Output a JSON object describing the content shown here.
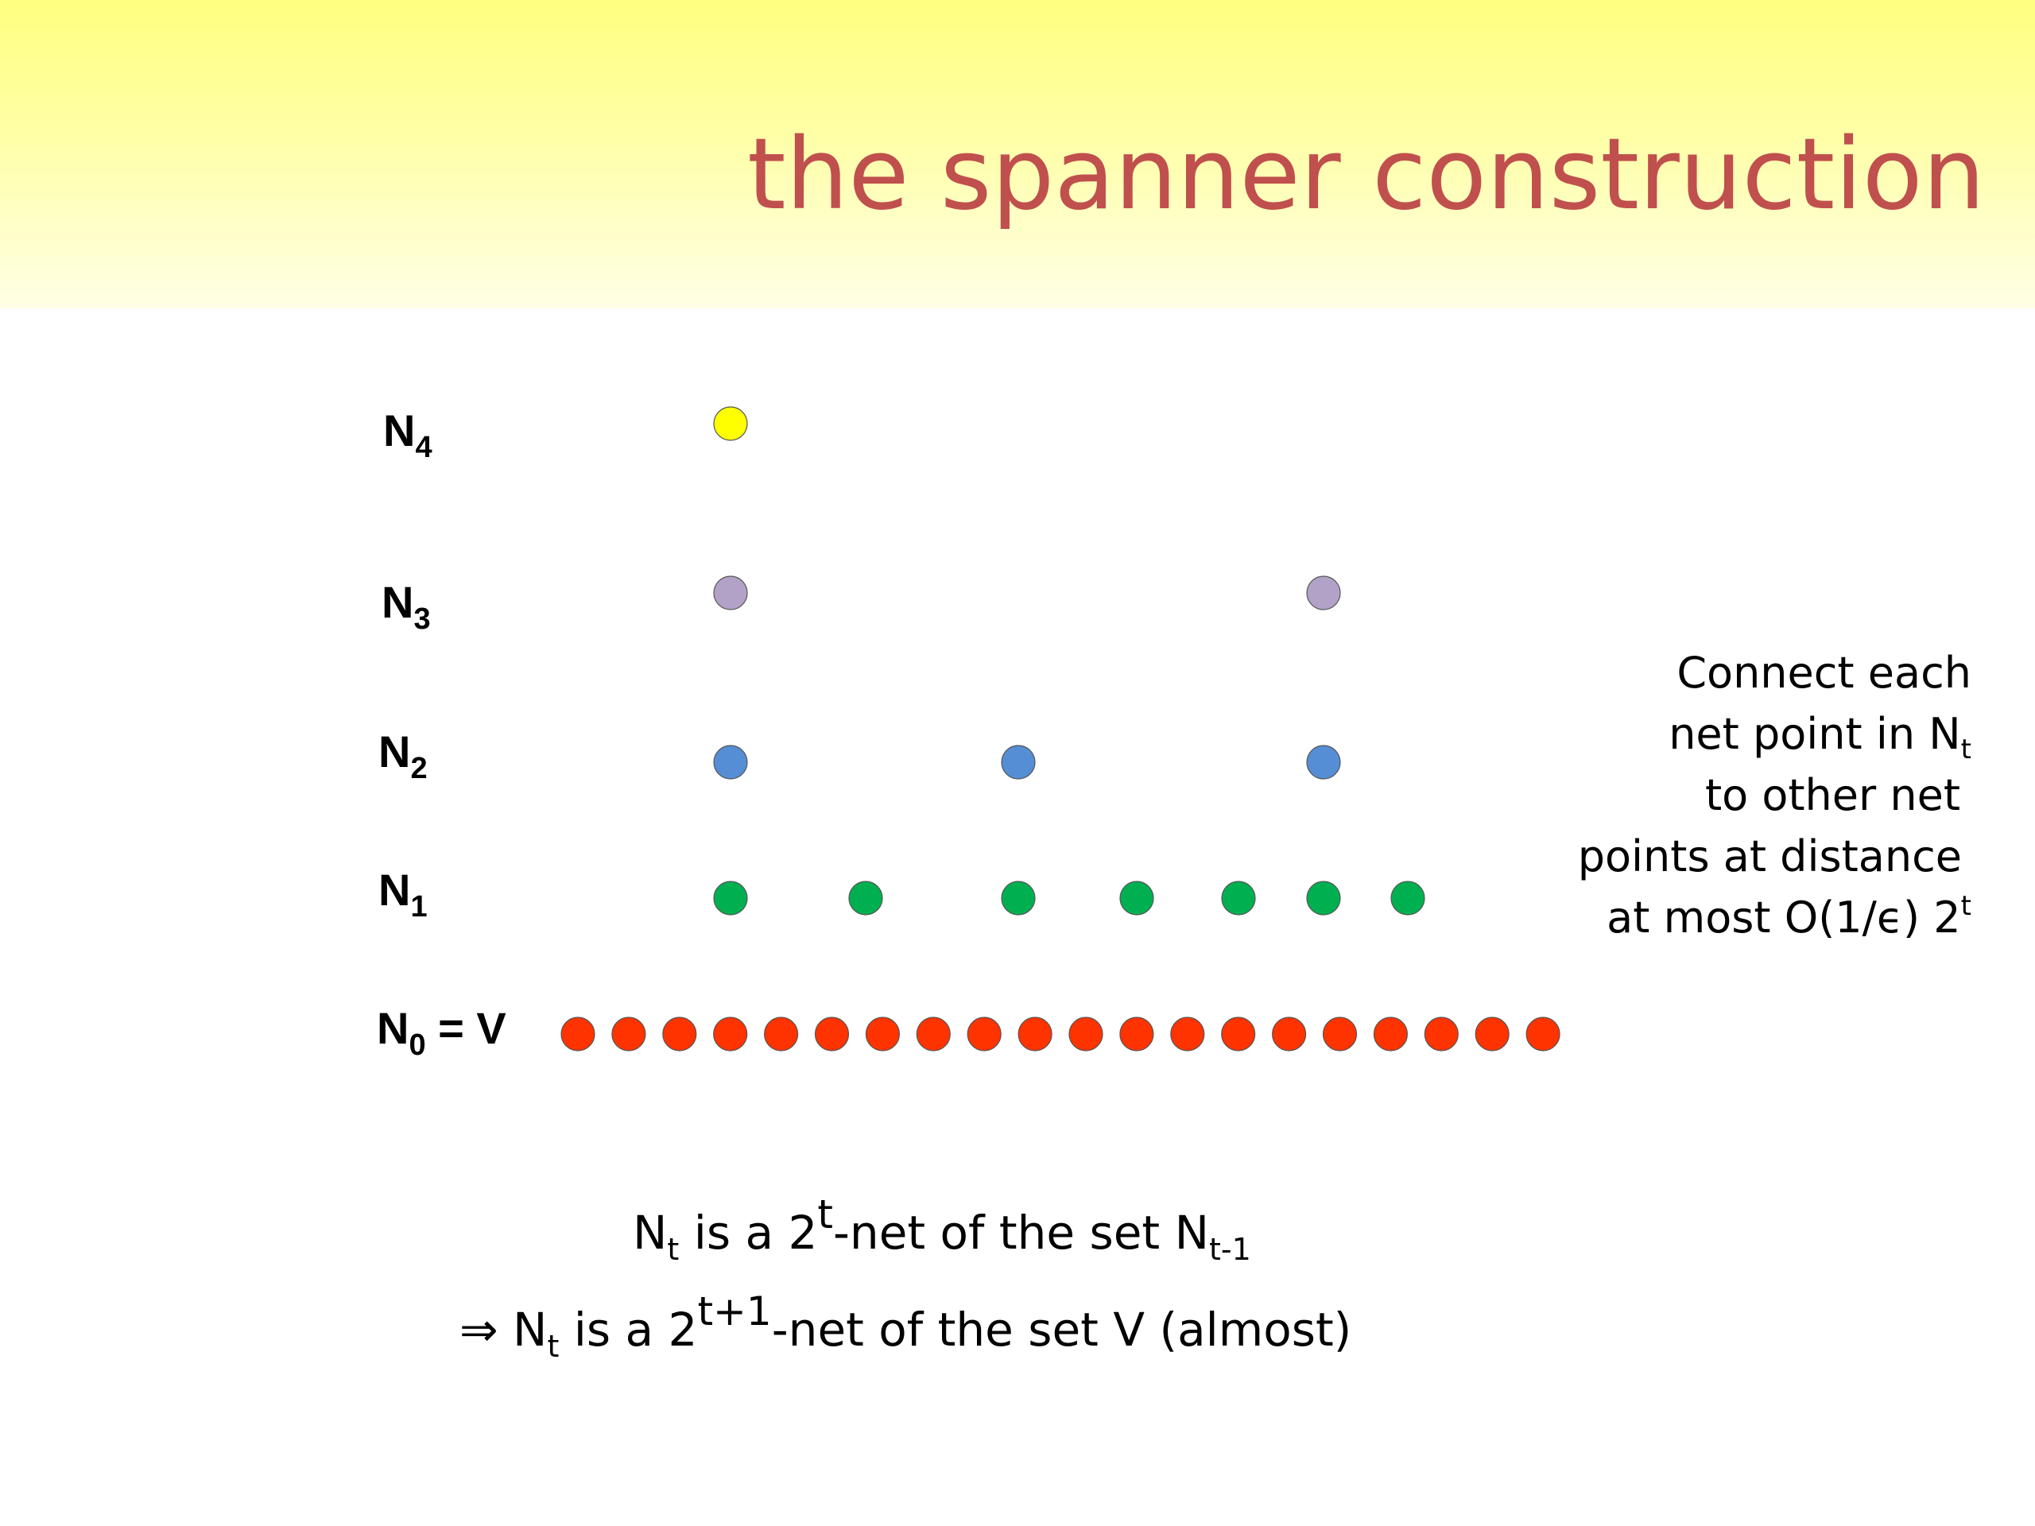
{
  "slide": {
    "title": "the spanner construction"
  },
  "levels": [
    {
      "id": "n4",
      "label_main": "N",
      "label_sub": "4",
      "label_suffix": "",
      "color": "#ffff00",
      "dots": 1
    },
    {
      "id": "n3",
      "label_main": "N",
      "label_sub": "3",
      "label_suffix": "",
      "color": "#b3a2c7",
      "dots": 2
    },
    {
      "id": "n2",
      "label_main": "N",
      "label_sub": "2",
      "label_suffix": "",
      "color": "#558ed5",
      "dots": 3
    },
    {
      "id": "n1",
      "label_main": "N",
      "label_sub": "1",
      "label_suffix": "",
      "color": "#00b050",
      "dots": 7
    },
    {
      "id": "n0",
      "label_main": "N",
      "label_sub": "0",
      "label_suffix": " = V",
      "color": "#ff3300",
      "dots": 20
    }
  ],
  "side_note": {
    "line1": "Connect each",
    "line2_main": "net point in N",
    "line2_sub": "t",
    "line3": "to other net",
    "line4": "points at distance",
    "line5_main": "at most O(1/ϵ) 2",
    "line5_sup": "t"
  },
  "caption": {
    "line1": {
      "a": "N",
      "a_sub": "t",
      "b": " is a 2",
      "b_sup": "t",
      "c": "-net of the set N",
      "c_sub": "t-1"
    },
    "line2": {
      "arrow": "⇒",
      "a": " N",
      "a_sub": "t",
      "b": " is a 2",
      "b_sup": "t+1",
      "c": "-net of the set V (almost)"
    }
  }
}
